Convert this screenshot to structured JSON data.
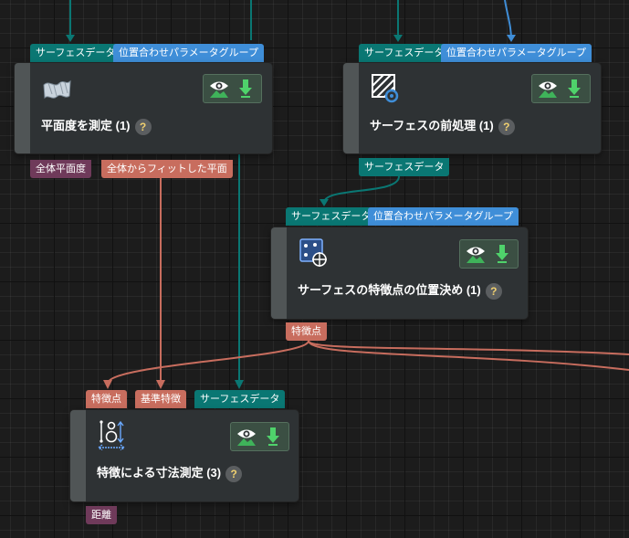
{
  "colors": {
    "surface_data": "#0a7773",
    "align_params": "#3f8ed8",
    "feature": "#c86d5e",
    "output": "#6f3a5a",
    "node_bg": "#2e3234",
    "canvas_bg": "#1c1c1c"
  },
  "nodes": {
    "flatness": {
      "title": "平面度を測定 (1)",
      "help": "?",
      "icon": "flatness-surface-icon",
      "inputs": [
        "サーフェスデータ",
        "位置合わせパラメータグループ"
      ],
      "outputs": [
        "全体平面度",
        "全体からフィットした平面"
      ]
    },
    "preprocess": {
      "title": "サーフェスの前処理 (1)",
      "help": "?",
      "icon": "surface-preprocess-icon",
      "inputs": [
        "サーフェスデータ",
        "位置合わせパラメータグループ"
      ],
      "outputs": [
        "サーフェスデータ"
      ]
    },
    "locate": {
      "title": "サーフェスの特徴点の位置決め (1)",
      "help": "?",
      "icon": "feature-locate-icon",
      "inputs": [
        "サーフェスデータ",
        "位置合わせパラメータグループ"
      ],
      "outputs": [
        "特徴点"
      ]
    },
    "measure": {
      "title": "特徴による寸法測定 (3)",
      "help": "?",
      "icon": "dimension-measure-icon",
      "inputs": [
        "特徴点",
        "基準特徴",
        "サーフェスデータ"
      ],
      "outputs": [
        "距離"
      ]
    }
  }
}
